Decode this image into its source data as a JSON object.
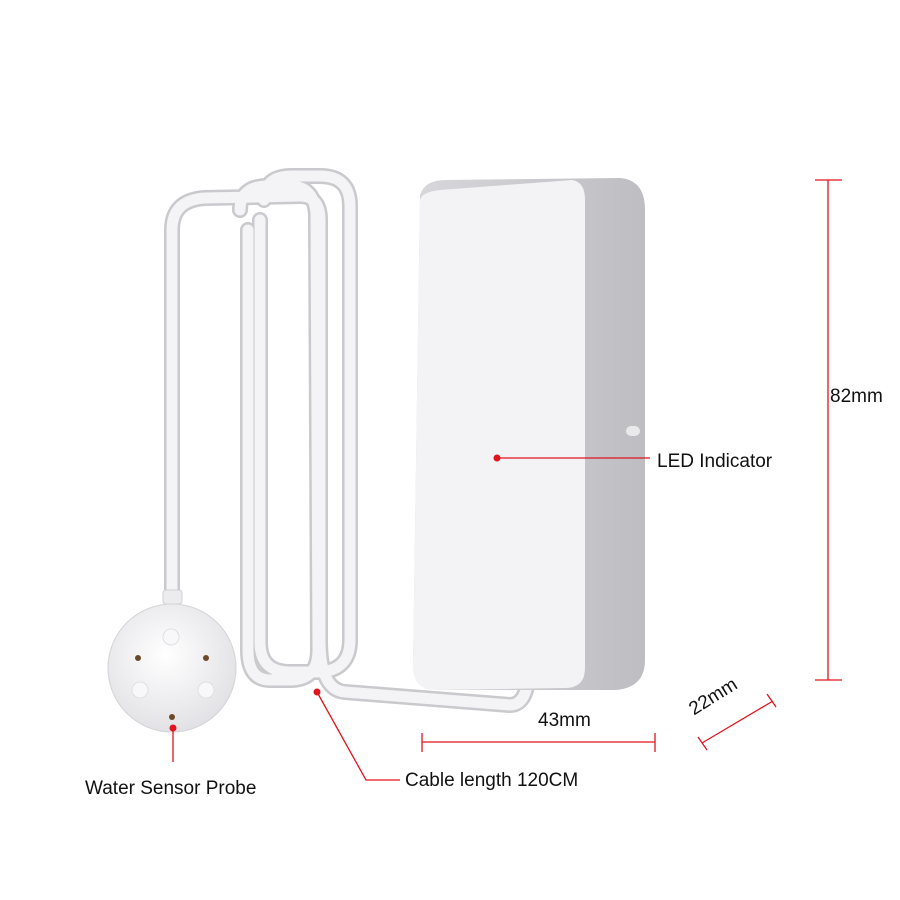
{
  "labels": {
    "led": "LED Indicator",
    "height": "82mm",
    "width": "43mm",
    "depth": "22mm",
    "cable": "Cable length 120CM",
    "probe": "Water Sensor Probe"
  },
  "colors": {
    "annotation": "#e0141e",
    "device": "#f2f2f4",
    "cable": "#f0f0f2"
  }
}
